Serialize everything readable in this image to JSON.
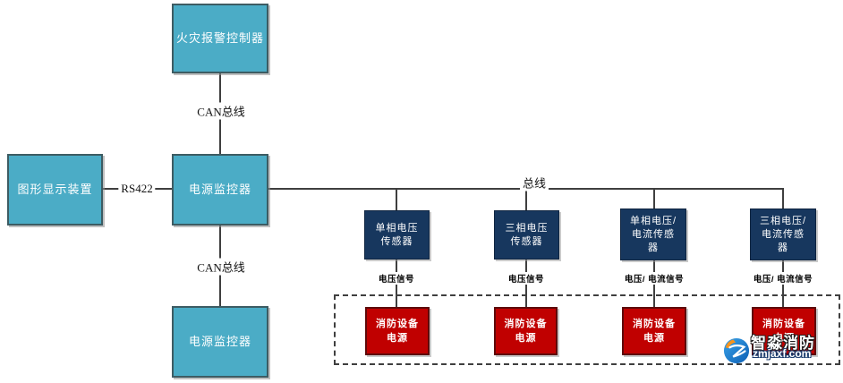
{
  "nodes": {
    "fire_alarm_controller": {
      "label": "火灾报警控制器"
    },
    "graphic_display_device": {
      "label": "图形显示装置"
    },
    "power_monitor_middle": {
      "label": "电源监控器"
    },
    "power_monitor_bottom": {
      "label": "电源监控器"
    },
    "sensors": [
      {
        "lines": [
          "单相电压",
          "传感器"
        ],
        "signal_label": "电压信号"
      },
      {
        "lines": [
          "三相电压",
          "传感器"
        ],
        "signal_label": "电压信号"
      },
      {
        "lines": [
          "单相电压/",
          "电流传感",
          "器"
        ],
        "signal_label": "电压/ 电流信号"
      },
      {
        "lines": [
          "三相电压/",
          "电流传感",
          "器"
        ],
        "signal_label": "电压/ 电流信号"
      }
    ],
    "fire_equipment_power_supplies": [
      {
        "lines": [
          "消防设备",
          "电源"
        ]
      },
      {
        "lines": [
          "消防设备",
          "电源"
        ]
      },
      {
        "lines": [
          "消防设备",
          "电源"
        ]
      },
      {
        "lines": [
          "消防设备",
          "电源"
        ]
      }
    ]
  },
  "edge_labels": {
    "can_bus_top": "CAN总线",
    "rs422_link": "RS422",
    "can_bus_bottom": "CAN总线",
    "sensor_bus": "总线"
  },
  "watermark": {
    "brand": "智淼消防",
    "website": "zmjaxf.com"
  },
  "colors": {
    "device_box_fill": "#4BACC6",
    "sensor_box_fill": "#17375E",
    "power_box_fill": "#C00000",
    "line": "#3F3F3F",
    "dashed_border": "#3F3F3F"
  }
}
